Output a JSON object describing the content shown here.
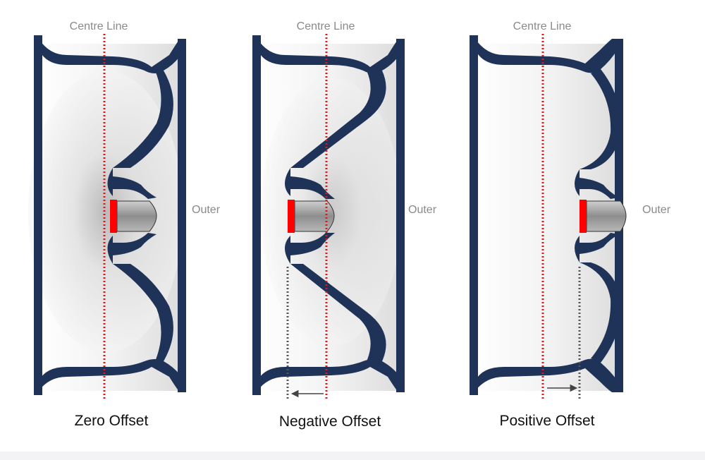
{
  "colors": {
    "rim": "#1f3358",
    "centre_line": "#e0161b",
    "hub_red": "#ff0000",
    "offset_marker": "#555555",
    "label": "#8a8a8a",
    "title": "#111111"
  },
  "panels": [
    {
      "id": "zero",
      "centre_line_label": "Centre Line",
      "outer_label": "Outer",
      "title": "Zero Offset",
      "offset_type": "zero"
    },
    {
      "id": "negative",
      "centre_line_label": "Centre Line",
      "outer_label": "Outer",
      "title": "Negative Offset",
      "offset_type": "negative"
    },
    {
      "id": "positive",
      "centre_line_label": "Centre Line",
      "outer_label": "Outer",
      "title": "Positive Offset",
      "offset_type": "positive"
    }
  ]
}
